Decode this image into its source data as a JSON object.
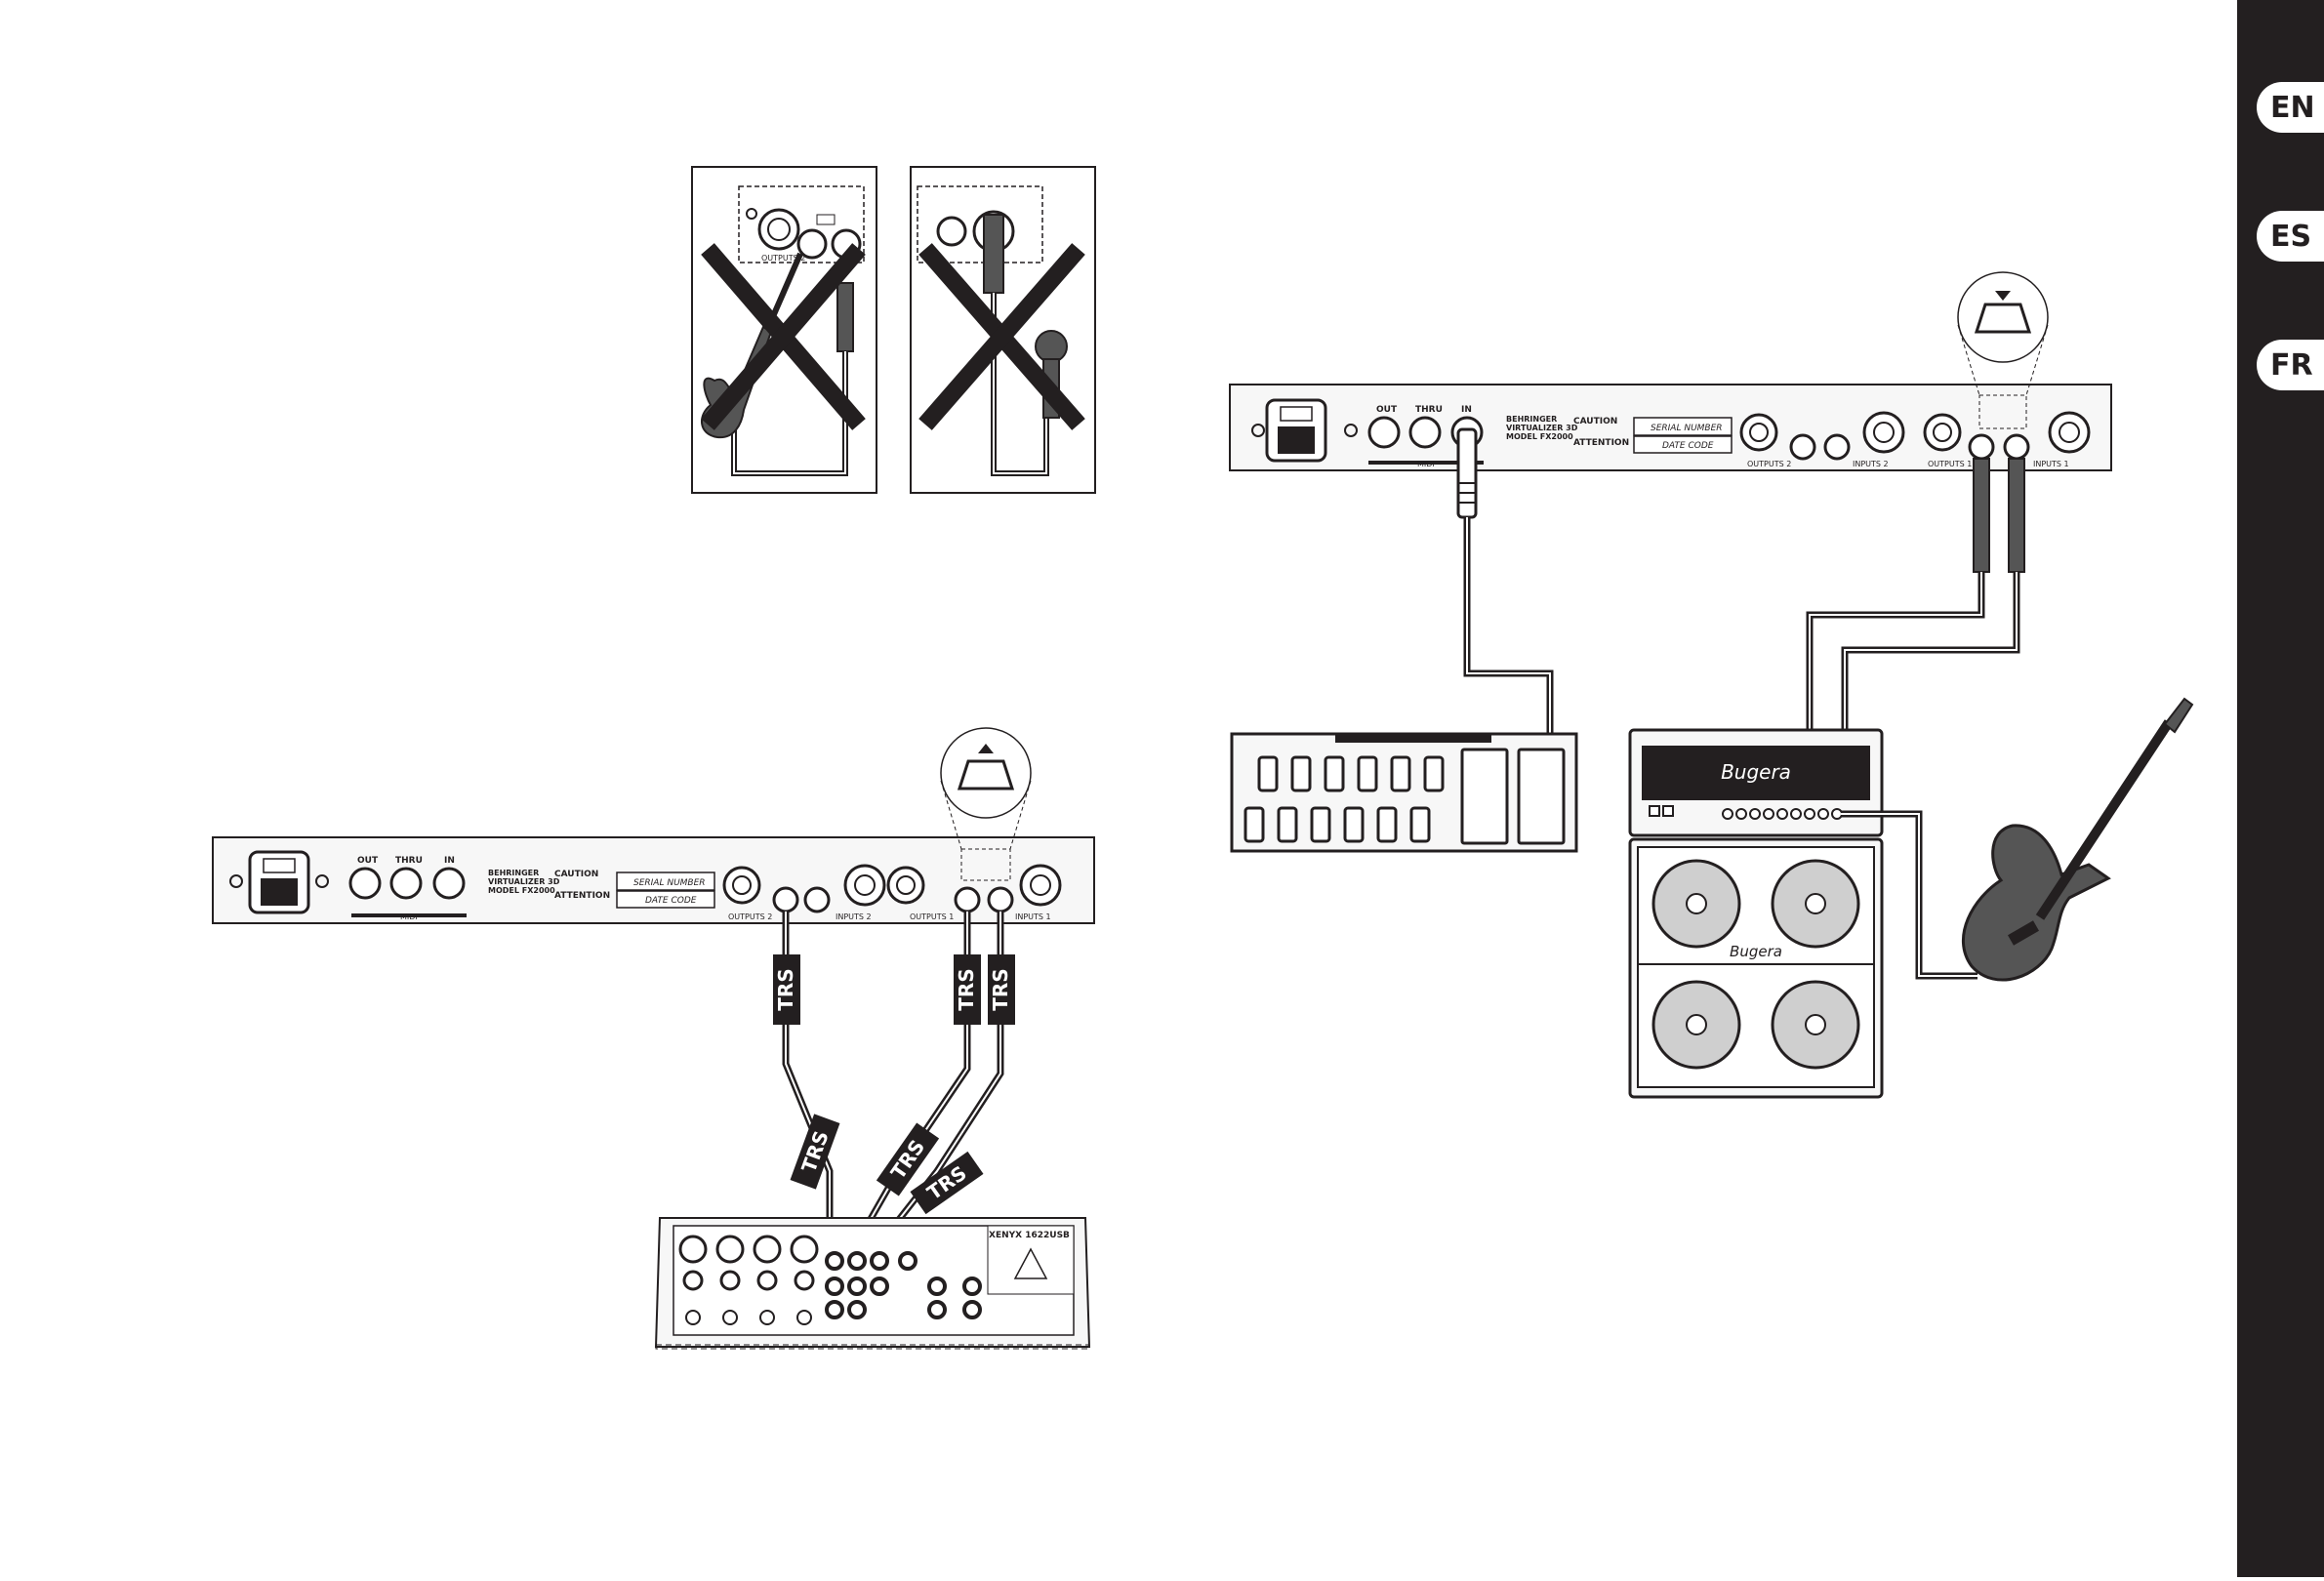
{
  "language_tabs": [
    {
      "label": "EN"
    },
    {
      "label": "ES"
    },
    {
      "label": "FR"
    }
  ],
  "rear_panel": {
    "midi_out": "OUT",
    "midi_thru": "THRU",
    "midi_in": "IN",
    "midi": "MIDI",
    "brand_line1": "BEHRINGER",
    "brand_line2": "VIRTUALIZER 3D",
    "brand_line3": "MODEL FX2000",
    "caution": "CAUTION",
    "attention": "ATTENTION",
    "serial_number": "SERIAL NUMBER",
    "date_code": "DATE CODE",
    "outputs_2": "OUTPUTS 2",
    "inputs_2": "INPUTS 2",
    "outputs_1": "OUTPUTS 1",
    "inputs_1": "INPUTS 1"
  },
  "cable_labels": {
    "trs": "TRS"
  },
  "amp": {
    "brand": "Bugera"
  },
  "mixer": {
    "model": "XENYX 1622USB"
  },
  "colors": {
    "ink": "#231f20",
    "sidebar": "#231f20",
    "speaker_cone": "#cfcfcf",
    "guitar_body": "#555555",
    "panel_fill": "#f7f7f7"
  }
}
